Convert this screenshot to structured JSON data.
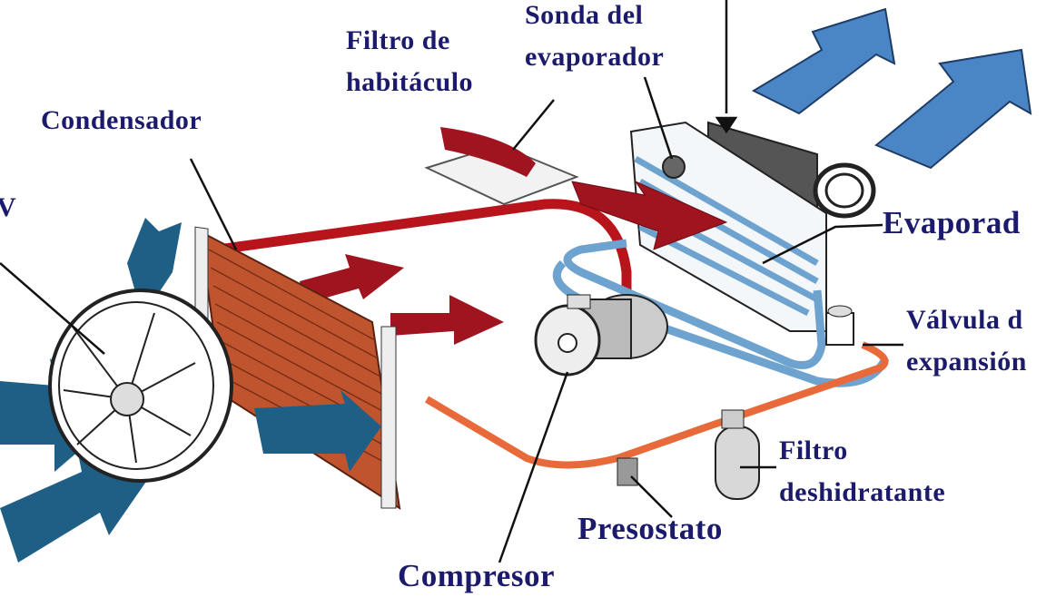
{
  "labels": {
    "fan_partial": "V",
    "sonda_line1": "Sonda del",
    "sonda_line2": "evaporador",
    "filtro_hab_line1": "Filtro de",
    "filtro_hab_line2": "habitáculo",
    "condensador": "Condensador",
    "evaporador": "Evaporad",
    "valvula_line1": "Válvula d",
    "valvula_line2": "expansión",
    "filtro_des_line1": "Filtro",
    "filtro_des_line2": "deshidratante",
    "presostato": "Presostato",
    "compresor": "Compresor"
  },
  "colors": {
    "text": "#1b1a6b",
    "hot_pipe": "#b8141c",
    "cold_pipe": "#6fa3cf",
    "liquid_pipe": "#e8693a",
    "airflow_cold": "#1f5f86",
    "airflow_cabin": "#4a86c5",
    "condenser": "#c0542e"
  }
}
